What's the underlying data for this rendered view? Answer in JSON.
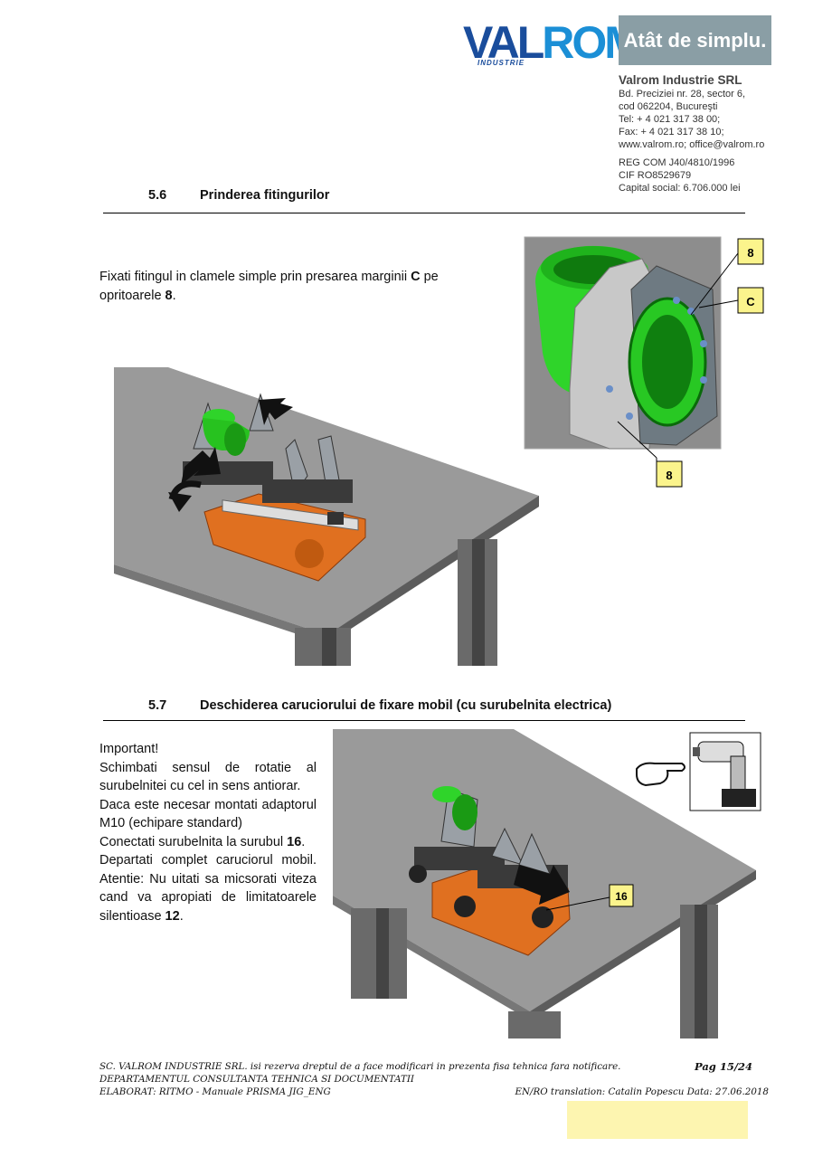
{
  "header": {
    "logo_left": "VAL",
    "logo_right": "ROM",
    "logo_sub": "INDUSTRIE",
    "slogan": "Atât de simplu.",
    "company_name": "Valrom Industrie SRL",
    "address_lines": [
      "Bd. Preciziei nr. 28, sector 6,",
      "cod 062204, Bucureşti",
      "Tel:   + 4 021 317 38 00;",
      "Fax: + 4 021 317 38 10;",
      "www.valrom.ro;  office@valrom.ro"
    ],
    "reg_lines": [
      "REG COM J40/4810/1996",
      "CIF RO8529679",
      "Capital social: 6.706.000 lei"
    ]
  },
  "section_56": {
    "number": "5.6",
    "title": "Prinderea fitingurilor",
    "text_before": "Fixati fitingul in clamele simple prin presarea marginii ",
    "bold_c": "C",
    "text_mid": " pe opritoarele ",
    "bold_8": "8",
    "text_end": "."
  },
  "figure_clamp": {
    "label_top": "8",
    "label_c": "C",
    "label_bottom": "8"
  },
  "section_57": {
    "number": "5.7",
    "title": "Deschiderea caruciorului de fixare mobil (cu surubelnita electrica)",
    "important": "Important!",
    "p1": "Schimbati sensul de rotatie al surubelnitei cu cel in sens antiorar.",
    "p2": "Daca este necesar montati adaptorul M10 (echipare standard)",
    "p3_text": "Conectati surubelnita la surubul ",
    "p3_bold": "16",
    "p3_end": ".",
    "p4_text": "Departati complet caruciorul mobil. Atentie: Nu uitati sa micsorati viteza cand va apropiati de limitatoarele silentioase ",
    "p4_bold": "12",
    "p4_end": "."
  },
  "figure_table2": {
    "label": "16"
  },
  "footer": {
    "line1": "SC. VALROM INDUSTRIE SRL. isi rezerva dreptul de a face modificari in prezenta fisa tehnica fara notificare.",
    "page": "Pag 15/24",
    "line2": "DEPARTAMENTUL CONSULTANTA TEHNICA SI DOCUMENTATII",
    "line3": "ELABORAT: RITMO - Manuale PRISMA JIG_ENG",
    "translation": "EN/RO translation: Catalin Popescu Data: 27.06.2018"
  },
  "colors": {
    "brand_dark": "#1a4d9c",
    "brand_light": "#1b8fd6",
    "slogan_bg": "#8a9ea5",
    "fitting_green": "#33e12a",
    "frame_orange": "#e07020",
    "label_yellow": "#fbf48c"
  }
}
